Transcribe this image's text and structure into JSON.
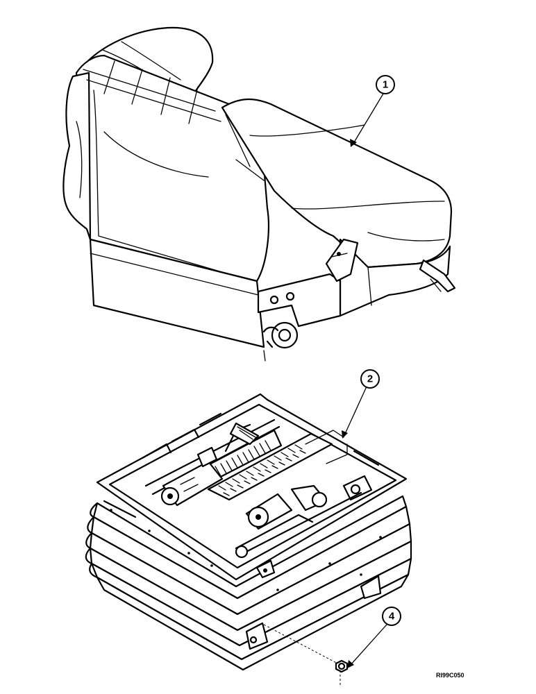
{
  "callouts": [
    {
      "id": "1",
      "label": "1",
      "part": "seat-cushion-backrest"
    },
    {
      "id": "2",
      "label": "2",
      "part": "suspension-base"
    },
    {
      "id": "4",
      "label": "4",
      "part": "nut"
    }
  ],
  "reference_code": "RI99C050"
}
